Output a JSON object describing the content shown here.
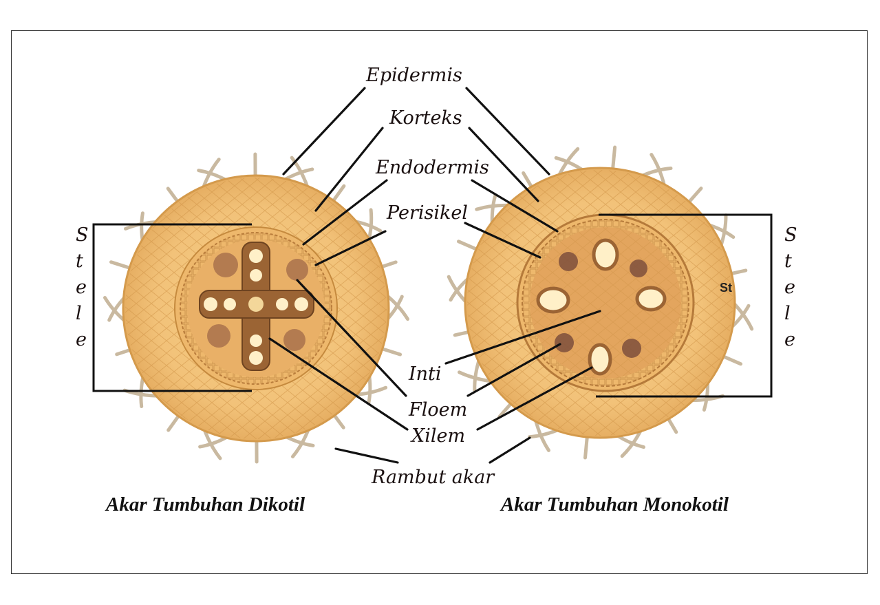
{
  "labels": {
    "epidermis": "Epidermis",
    "korteks": "Korteks",
    "endodermis": "Endodermis",
    "perisikel": "Perisikel",
    "inti": "Inti",
    "floem": "Floem",
    "xilem": "Xilem",
    "rambut_akar": "Rambut akar"
  },
  "stele_label": "Stele",
  "stele_fragment": "St",
  "captions": {
    "dicot": "Akar Tumbuhan Dikotil",
    "monocot": "Akar Tumbuhan Monokotil"
  },
  "colors": {
    "tissue": "#f2c279",
    "tissue_dark": "#d9a04e",
    "cell_wall": "#c58a3e",
    "vascular": "#a76a3a",
    "xylem_vessel": "#fff0c8",
    "phloem": "#8a5a45",
    "line": "#111111"
  }
}
